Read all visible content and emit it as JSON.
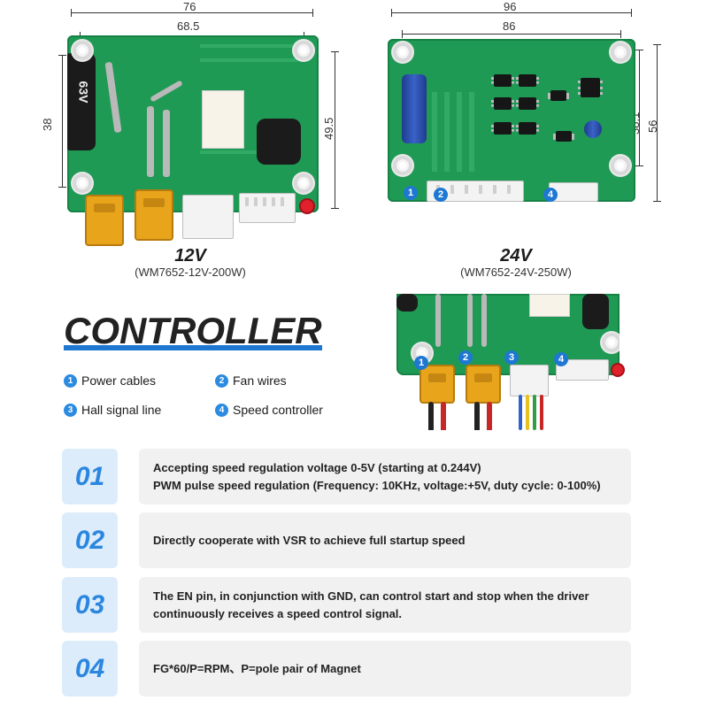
{
  "boards": {
    "b12": {
      "dim_width_outer": "76",
      "dim_width_inner": "68.5",
      "dim_height_left": "38",
      "dim_height_right": "49.5",
      "title": "12V",
      "model": "(WM7652-12V-200W)",
      "cap_label": "63V"
    },
    "b24": {
      "dim_width_outer": "96",
      "dim_width_inner": "86",
      "dim_height_inner": "38.1",
      "dim_height_outer": "56",
      "title": "24V",
      "model": "(WM7652-24V-250W)",
      "tags": [
        "1",
        "2",
        "4"
      ]
    },
    "photo_tags": [
      "1",
      "2",
      "3",
      "4"
    ]
  },
  "heading": "CONTROLLER",
  "legend": [
    {
      "num": "1",
      "label": "Power cables"
    },
    {
      "num": "2",
      "label": "Fan wires"
    },
    {
      "num": "3",
      "label": "Hall signal line"
    },
    {
      "num": "4",
      "label": "Speed controller"
    }
  ],
  "features": [
    {
      "num": "01",
      "lines": [
        "Accepting speed regulation voltage 0-5V (starting at 0.244V)",
        "PWM pulse speed regulation (Frequency: 10KHz, voltage:+5V, duty cycle: 0-100%)"
      ]
    },
    {
      "num": "02",
      "lines": [
        "Directly cooperate with VSR to achieve full startup speed"
      ]
    },
    {
      "num": "03",
      "lines": [
        "The EN pin, in conjunction with GND, can control start and stop when the driver",
        "continuously receives a speed control signal."
      ]
    },
    {
      "num": "04",
      "lines": [
        "FG*60/P=RPM、P=pole pair of Magnet"
      ]
    }
  ],
  "colors": {
    "accent": "#1e78d2",
    "pcb": "#1f9a55",
    "card": "#f1f1f1",
    "num_bg": "#dcecfb"
  }
}
